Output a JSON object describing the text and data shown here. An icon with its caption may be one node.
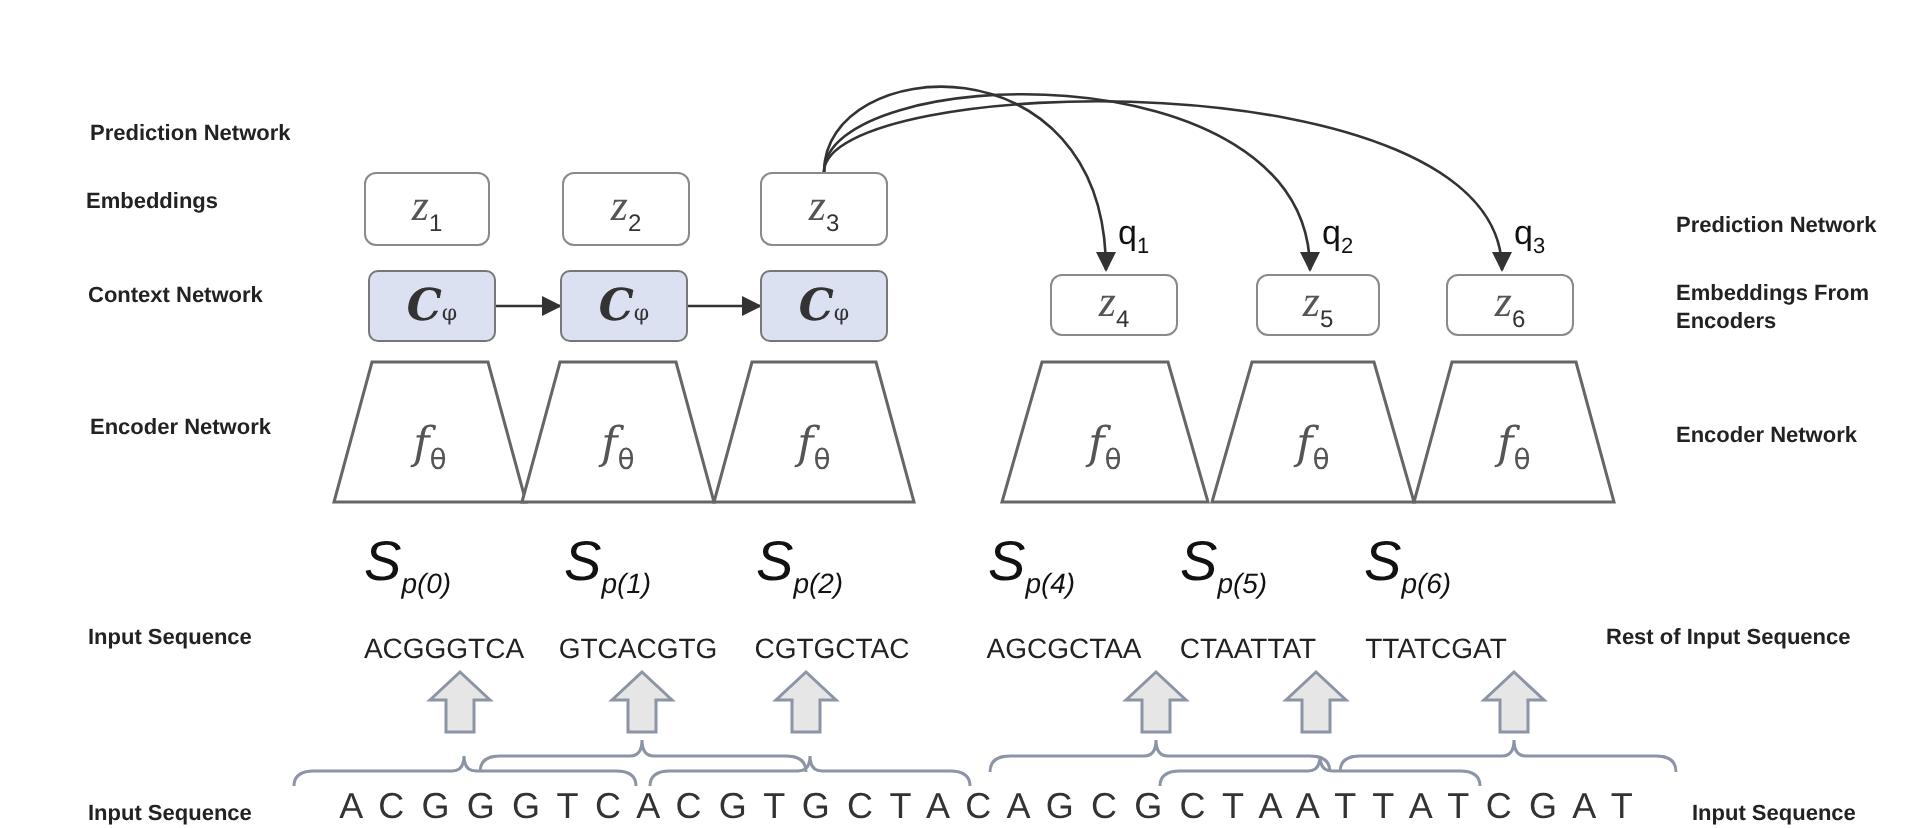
{
  "diagram": {
    "nodes": [
      {
        "text": [
          "z$_{1}$"
        ]
      },
      {
        "text": [
          "z$_{2}$"
        ]
      },
      {
        "text": [
          "z$_{3}$"
        ]
      },
      {
        "text": [
          "C$_{φ}$"
        ]
      },
      {
        "text": [
          "C$_{φ}$"
        ]
      },
      {
        "text": [
          "C$_{φ}$"
        ]
      },
      {
        "text": [
          "f$_{θ}$"
        ]
      },
      {
        "text": [
          "f$_{θ}$"
        ]
      },
      {
        "text": [
          "f$_{θ}$"
        ]
      },
      {
        "text": [
          "z$_{4}$"
        ]
      },
      {
        "text": [
          "z$_{5}$"
        ]
      },
      {
        "text": [
          "z$_{6}$"
        ]
      },
      {
        "text": [
          "f$_{θ}$"
        ]
      },
      {
        "text": [
          "f$_{θ}$"
        ]
      },
      {
        "text": [
          "f$_{θ}$"
        ]
      },
      {
        "text": [
          "S$_{p(0)}$",
          "ACGGGTCA"
        ]
      },
      {
        "text": [
          "S$_{p(1)}$",
          "GTCACGTG"
        ]
      },
      {
        "text": [
          "S$_{p(2)}$",
          "CGTGCTAC"
        ]
      },
      {
        "text": [
          "S$_{p(4)}$",
          "AGCGCTAA"
        ]
      },
      {
        "text": [
          "S$_{p(5)}$",
          "CTAATTAT"
        ]
      },
      {
        "text": [
          "S$_{p(6)}$",
          "TTATCGAT"
        ]
      },
      {
        "text": [
          "A C G G G T C A C G T G C T A C A G C G C T A A T T A T C G A T"
        ]
      }
    ],
    "edges": [
      {
        "from": 3,
        "to": 4,
        "arrow": "to"
      },
      {
        "from": 4,
        "to": 5,
        "arrow": "to"
      },
      {
        "from": 2,
        "to": 9,
        "arrow": "to",
        "label": "q$_{1}$"
      },
      {
        "from": 2,
        "to": 10,
        "arrow": "to",
        "label": "q$_{2}$"
      },
      {
        "from": 2,
        "to": 11,
        "arrow": "to",
        "label": "q$_{3}$"
      },
      {
        "from": 21,
        "to": 15,
        "arrow": "to",
        "style": "thick",
        "color": "#8c95a5"
      },
      {
        "from": 21,
        "to": 16,
        "arrow": "to",
        "style": "thick",
        "color": "#8c95a5"
      },
      {
        "from": 21,
        "to": 17,
        "arrow": "to",
        "style": "thick",
        "color": "#8c95a5"
      },
      {
        "from": 21,
        "to": 18,
        "arrow": "to",
        "style": "thick",
        "color": "#8c95a5"
      },
      {
        "from": 21,
        "to": 19,
        "arrow": "to",
        "style": "thick",
        "color": "#8c95a5"
      },
      {
        "from": 21,
        "to": 20,
        "arrow": "to",
        "style": "thick",
        "color": "#8c95a5"
      }
    ],
    "labels": [
      "Prediction Network",
      "Embeddings",
      "Prediction Network",
      "Context Network",
      "Embeddings From Encoders",
      "Encoder Network",
      "Encoder Network",
      "Input Sequence",
      "Rest of Input Sequence",
      "Input Sequence",
      "Input Sequence"
    ]
  }
}
